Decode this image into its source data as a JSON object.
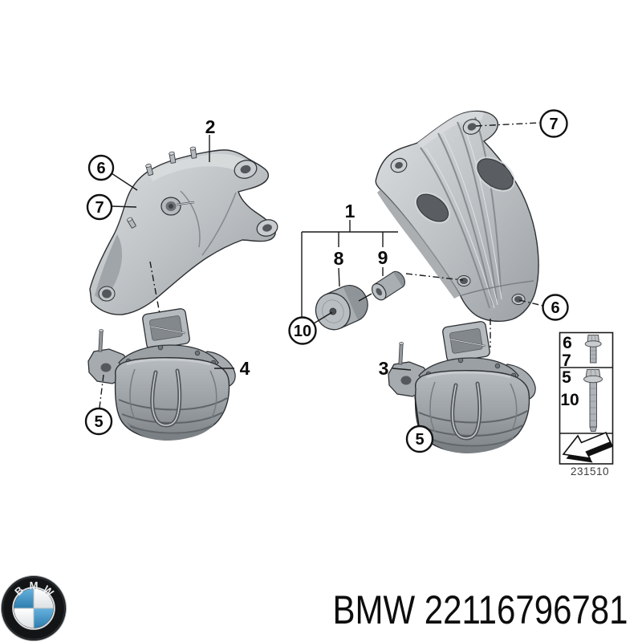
{
  "callouts": {
    "plain": [
      {
        "label": "2"
      },
      {
        "label": "1"
      },
      {
        "label": "8"
      },
      {
        "label": "9"
      },
      {
        "label": "4"
      },
      {
        "label": "3"
      }
    ],
    "circled": [
      {
        "label": "6"
      },
      {
        "label": "7"
      },
      {
        "label": "10"
      },
      {
        "label": "7"
      },
      {
        "label": "6"
      },
      {
        "label": "5"
      },
      {
        "label": "5"
      }
    ]
  },
  "legend": {
    "rows": [
      {
        "labels": [
          "6",
          "7"
        ],
        "icon": "short-bolt-icon"
      },
      {
        "labels": [
          "5",
          "10"
        ],
        "icon": "long-bolt-icon"
      }
    ],
    "arrow_icon": "direction-arrow-down-left",
    "code": "231510"
  },
  "footer": {
    "text": "BMW 22116796781",
    "logo_letters": [
      "B",
      "M",
      "W"
    ]
  },
  "colors": {
    "background": "#ffffff",
    "line_art": "#1a1a1a",
    "metal_light": "#c9cdd0",
    "metal_mid": "#a6abaf",
    "metal_dark": "#7b8085",
    "bmw_blue": "#3d8ab8",
    "text": "#0d0d0d"
  }
}
